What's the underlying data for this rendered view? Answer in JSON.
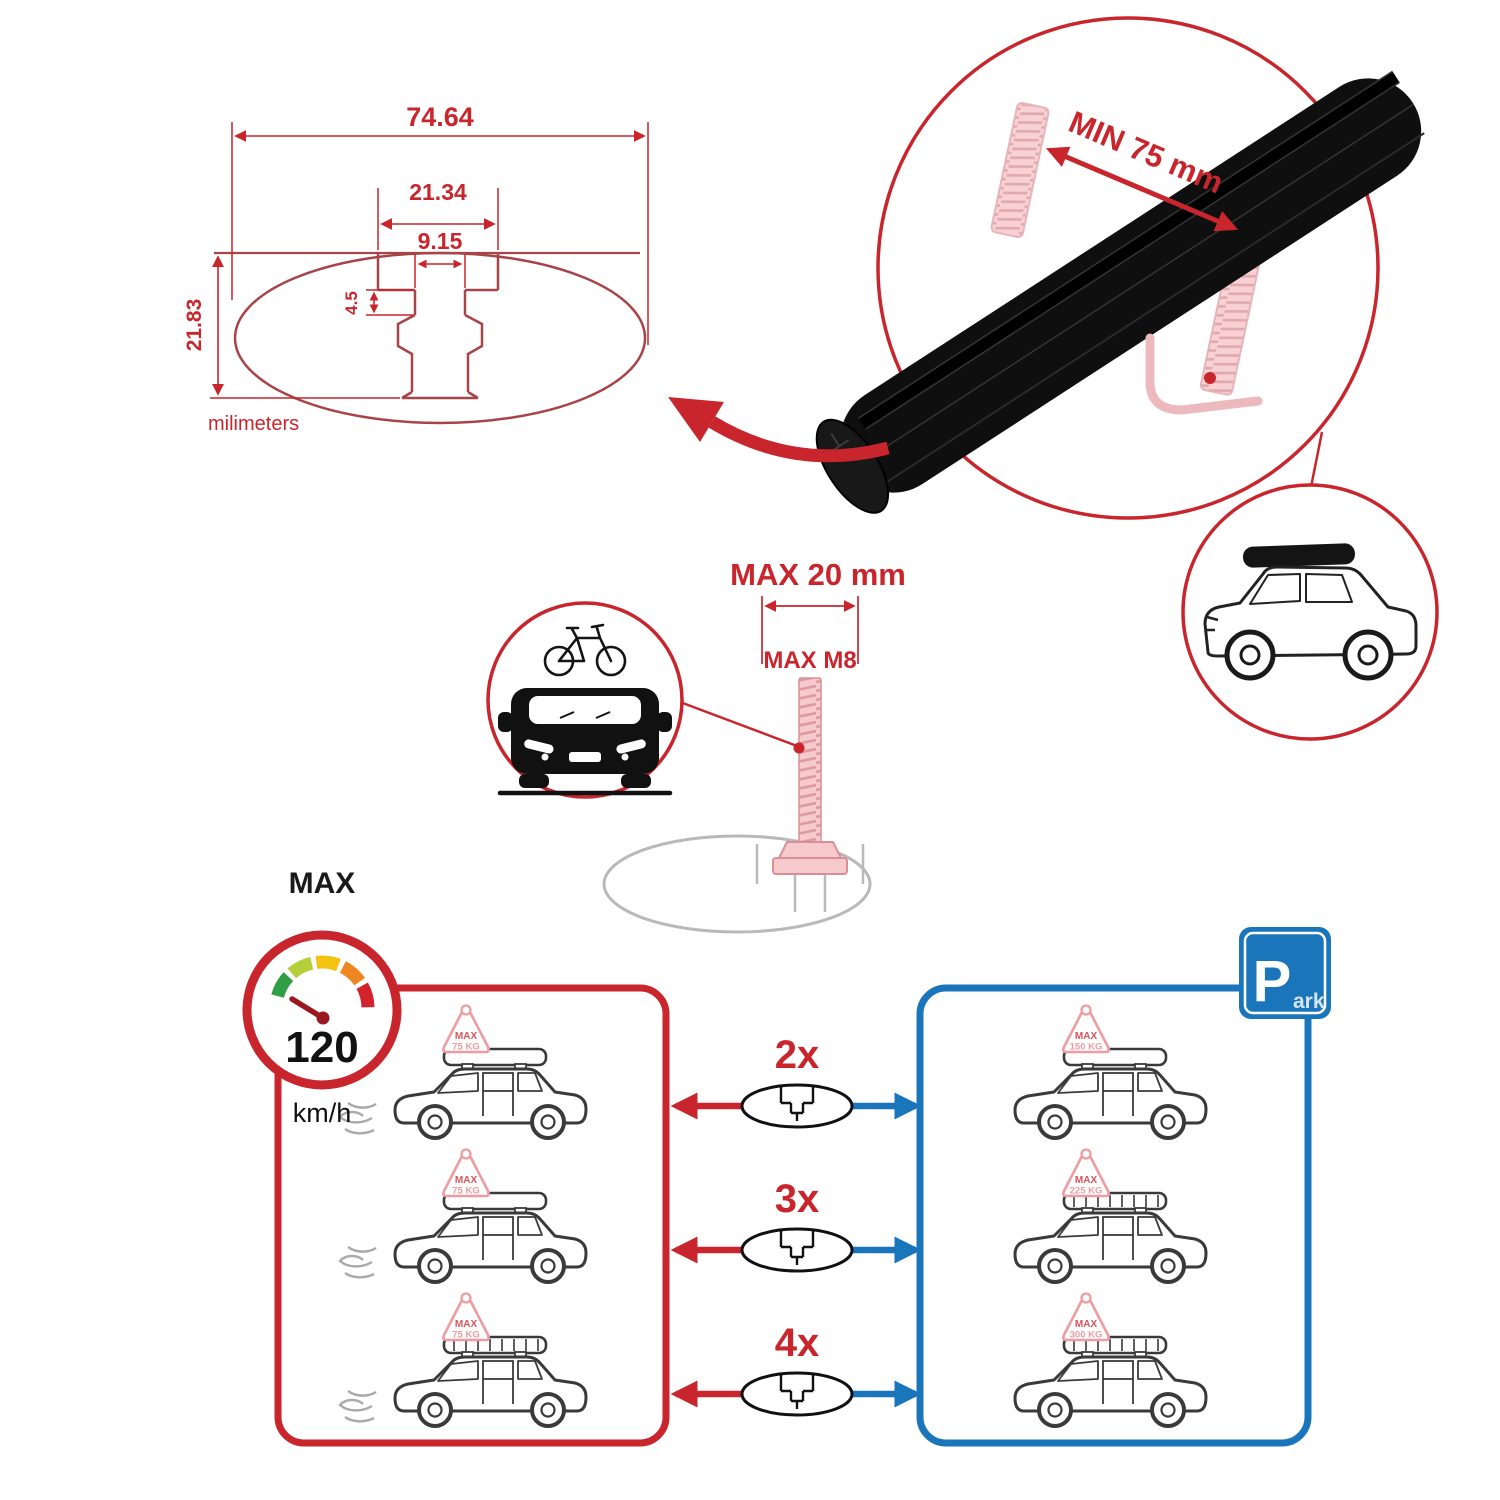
{
  "colors": {
    "red": "#c9252c",
    "blue": "#1b75bb",
    "pink": "#f0a3a7",
    "black": "#111111",
    "gray": "#b9b9b9"
  },
  "cross_section": {
    "total_width": "74.64",
    "outer_slot": "21.34",
    "inner_slot": "9.15",
    "lip_depth": "4.5",
    "height": "21.83",
    "units": "milimeters"
  },
  "crossbar_detail": {
    "min_span": "MIN 75 mm"
  },
  "bolt_detail": {
    "max_length": "MAX 20 mm",
    "max_thread": "MAX M8"
  },
  "speed_limit": {
    "label": "MAX",
    "value": "120",
    "units": "km/h"
  },
  "moving_panel": {
    "cars": [
      {
        "tag_label": "MAX",
        "tag_weight": "75 KG"
      },
      {
        "tag_label": "MAX",
        "tag_weight": "75 KG"
      },
      {
        "tag_label": "MAX",
        "tag_weight": "75 KG"
      }
    ]
  },
  "bar_counts": [
    {
      "label": "2x"
    },
    {
      "label": "3x"
    },
    {
      "label": "4x"
    }
  ],
  "parked_panel": {
    "sign_p": "P",
    "sign_suffix": "ark",
    "cars": [
      {
        "tag_label": "MAX",
        "tag_weight": "150 KG"
      },
      {
        "tag_label": "MAX",
        "tag_weight": "225 KG"
      },
      {
        "tag_label": "MAX",
        "tag_weight": "300 KG"
      }
    ]
  }
}
